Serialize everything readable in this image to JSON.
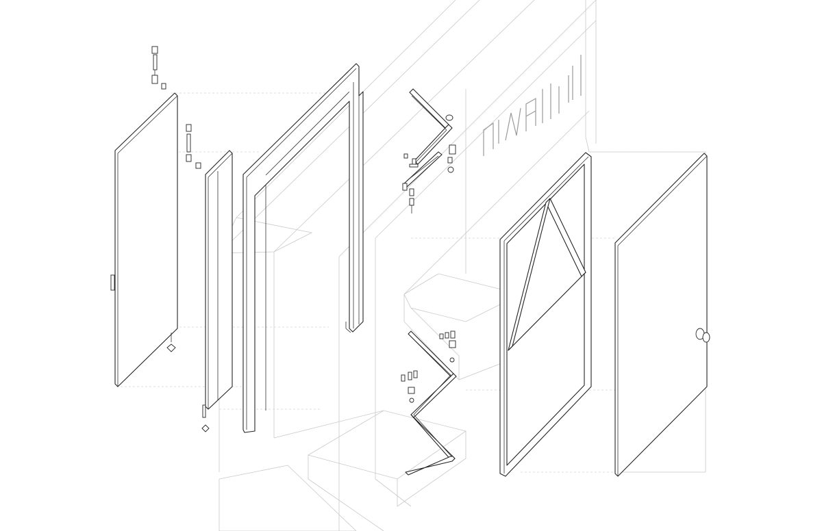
{
  "diagram": {
    "type": "exploded-axonometric-drawing",
    "parts": [
      {
        "id": "door-leaf-left",
        "kind": "door-leaf-panel"
      },
      {
        "id": "casing-panel",
        "kind": "trim-panel"
      },
      {
        "id": "door-frame",
        "kind": "door-jamb-frame"
      },
      {
        "id": "track-bracket-top",
        "kind": "hinge-track-hardware"
      },
      {
        "id": "track-bracket-bottom",
        "kind": "hinge-track-hardware"
      },
      {
        "id": "glazed-frame",
        "kind": "steel-glass-frame"
      },
      {
        "id": "door-leaf-right",
        "kind": "door-leaf-with-handle"
      },
      {
        "id": "wall-context",
        "kind": "ghosted-wall-geometry"
      }
    ],
    "embossed_wall_text": "nivelli"
  }
}
